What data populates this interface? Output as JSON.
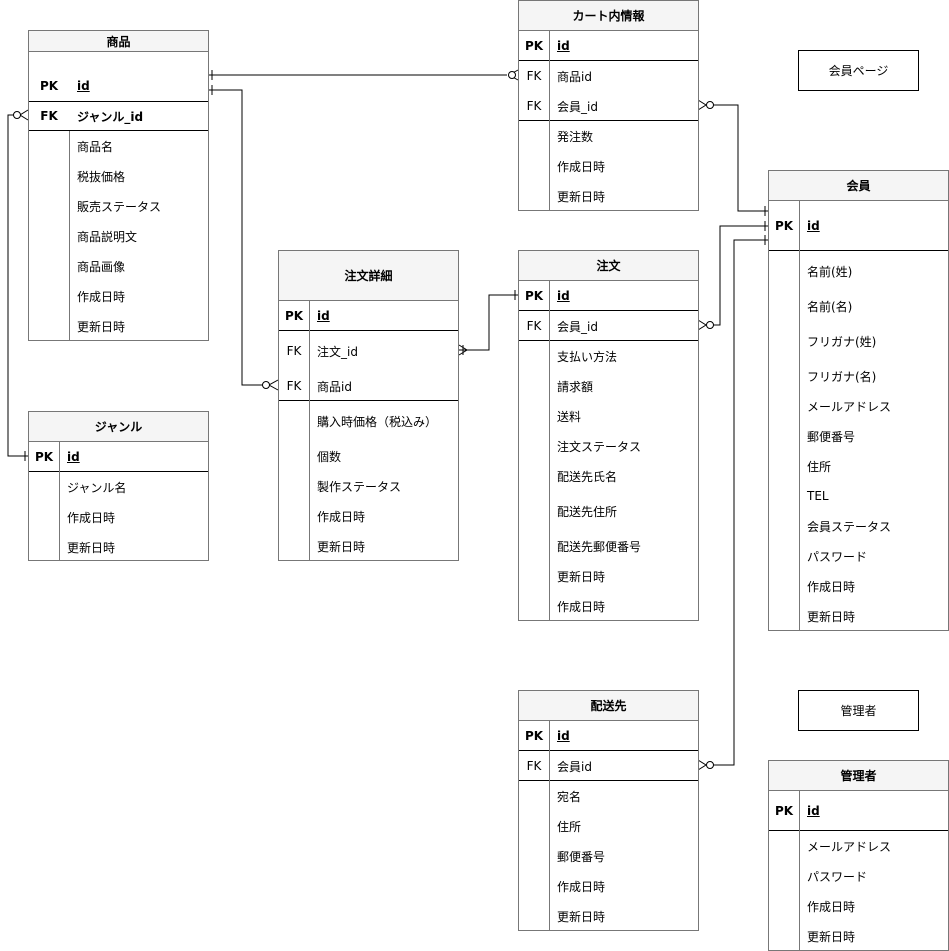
{
  "labels": {
    "member_page": "会員ページ",
    "admin": "管理者"
  },
  "entities": {
    "product": {
      "title": "商品",
      "pk": "id",
      "fk": "ジャンル_id",
      "fields": [
        "商品名",
        "税抜価格",
        "販売ステータス",
        "商品説明文",
        "商品画像",
        "作成日時",
        "更新日時"
      ]
    },
    "genre": {
      "title": "ジャンル",
      "pk": "id",
      "fields": [
        "ジャンル名",
        "作成日時",
        "更新日時"
      ]
    },
    "order_detail": {
      "title": "注文詳細",
      "pk": "id",
      "fk1": "注文_id",
      "fk2": "商品id",
      "fields": [
        "購入時価格（税込み）",
        "個数",
        "製作ステータス",
        "作成日時",
        "更新日時"
      ]
    },
    "cart": {
      "title": "カート内情報",
      "pk": "id",
      "fk1": "商品id",
      "fk2": "会員_id",
      "fields": [
        "発注数",
        "作成日時",
        "更新日時"
      ]
    },
    "order": {
      "title": "注文",
      "pk": "id",
      "fk": "会員_id",
      "fields": [
        "支払い方法",
        "請求額",
        "送料",
        "注文ステータス",
        "配送先氏名",
        "配送先住所",
        "配送先郵便番号",
        "更新日時",
        "作成日時"
      ]
    },
    "shipping": {
      "title": "配送先",
      "pk": "id",
      "fk": "会員id",
      "fields": [
        "宛名",
        "住所",
        "郵便番号",
        "作成日時",
        "更新日時"
      ]
    },
    "member": {
      "title": "会員",
      "pk": "id",
      "fields": [
        "名前(姓)",
        "名前(名)",
        "フリガナ(姓)",
        "フリガナ(名)",
        "メールアドレス",
        "郵便番号",
        "住所",
        "TEL",
        "会員ステータス",
        "パスワード",
        "作成日時",
        "更新日時"
      ]
    },
    "admin": {
      "title": "管理者",
      "pk": "id",
      "fields": [
        "メールアドレス",
        "パスワード",
        "作成日時",
        "更新日時"
      ]
    }
  },
  "key_labels": {
    "pk": "PK",
    "fk": "FK"
  },
  "relationships": [
    {
      "from": "商品.id",
      "to": "カート内情報.商品id",
      "cardinality": "one-to-zero-or-many"
    },
    {
      "from": "商品.id",
      "to": "注文詳細.商品id",
      "cardinality": "one-to-zero-or-many"
    },
    {
      "from": "ジャンル.id",
      "to": "商品.ジャンル_id",
      "cardinality": "one-to-zero-or-many"
    },
    {
      "from": "注文.id",
      "to": "注文詳細.注文_id",
      "cardinality": "one-to-one-or-many"
    },
    {
      "from": "会員.id",
      "to": "カート内情報.会員_id",
      "cardinality": "one-to-zero-or-many"
    },
    {
      "from": "会員.id",
      "to": "注文.会員_id",
      "cardinality": "one-to-zero-or-many"
    },
    {
      "from": "会員.id",
      "to": "配送先.会員id",
      "cardinality": "one-to-zero-or-many"
    }
  ],
  "colors": {
    "header_fill": "#f5f5f5",
    "border": "#777777",
    "line": "#000000"
  }
}
